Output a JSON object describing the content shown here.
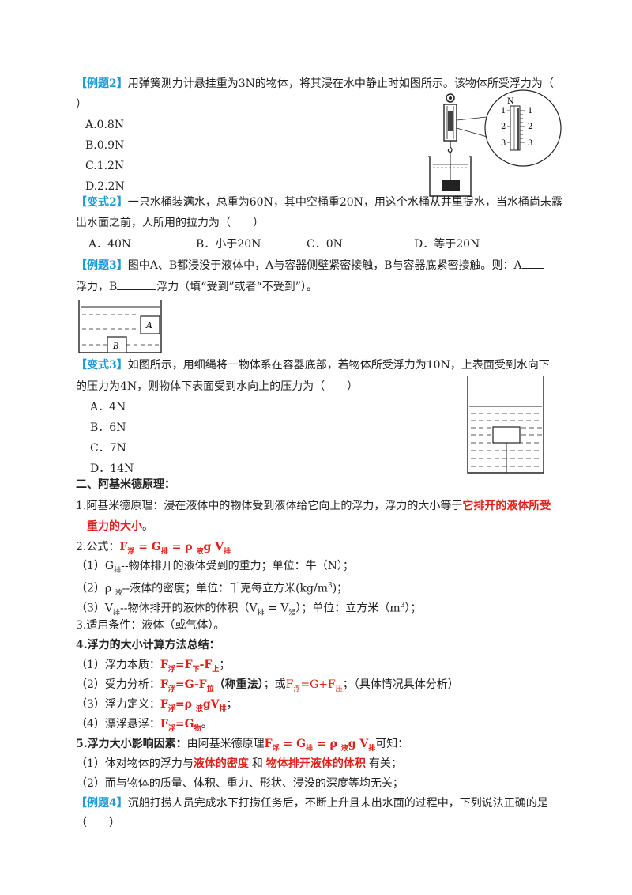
{
  "ex2": {
    "tag": "【例题2】",
    "text": "用弹簧测力计悬挂重为3N的物体，将其浸在水中静止时如图所示。该物体所受浮力为（",
    "text_end": "）",
    "options": [
      "A.0.8N",
      "B.0.9N",
      "C.1.2N",
      "D.2.2N"
    ],
    "scale_labels": [
      "N",
      "1",
      "1",
      "2",
      "2",
      "3",
      "3"
    ]
  },
  "var2": {
    "tag": "【变式2】",
    "text1": "一只水桶装满水，总重为60N，其中空桶重20N，用这个水桶从井里提水，当水桶尚未露",
    "text2": "出水面之前，人所用的拉力为（　　）",
    "options": [
      "A．40N",
      "B．小于20N",
      "C．0N",
      "D．等于20N"
    ]
  },
  "ex3": {
    "tag": "【例题3】",
    "text1": "图中A、B都浸没于液体中，A与容器侧壁紧密接触，B与容器底紧密接触。则：A",
    "text2a": "浮力，B",
    "text2b": "浮力（填“受到”或者“不受到”）。",
    "label_a": "A",
    "label_b": "B"
  },
  "var3": {
    "tag": "【变式3】",
    "text1": "如图所示，用细绳将一物体系在容器底部，若物体所受浮力为10N，上表面受到水向下",
    "text2": "的压力为4N，则物体下表面受到水向上的压力为（　　）",
    "options": [
      "A．4N",
      "B．6N",
      "C．7N",
      "D．14N"
    ]
  },
  "sec2": {
    "heading": "二、阿基米德原理：",
    "p1a": "1.阿基米德原理：浸在液体中的物体受到液体给它向上的浮力，浮力的大小等于",
    "p1b": "它排开的液体所受",
    "p1c": "重力的大小",
    "p1d": "。",
    "p2a": "2.公式：",
    "p2_formula": "F浮 = G排 = ρ 液g V排",
    "p2_f1": "F",
    "p2_f1s": "浮",
    "p2_eq1": " = G",
    "p2_g1s": "排",
    "p2_eq2": " = ρ ",
    "p2_rhos": "液",
    "p2_g": "g V",
    "p2_vs": "排",
    "i1a": "（1）G",
    "i1s": "排",
    "i1b": "--物体排开的液体受到的重力；单位：牛（N）；",
    "i2a": "（2）ρ ",
    "i2s": "液",
    "i2b": "--液体的密度；单位：千克每立方米(kg/m",
    "i2sup": "3",
    "i2c": ")；",
    "i3a": "（3）V",
    "i3s": "排",
    "i3b": "--物体排开的液体的体积（V",
    "i3s2": "排",
    "i3c": " = V",
    "i3s3": "浸",
    "i3d": "）；单位：立方米（m",
    "i3sup": "3",
    "i3e": "）；",
    "p3": "3.适用条件：液体（或气体）。"
  },
  "sec4": {
    "heading": "4.浮力的大小计算方法总结：",
    "m1a": "（1）浮力本质：",
    "m1b": "F浮=F下-F上",
    "m1b1": "F",
    "m1s1": "浮",
    "m1b2": "=F",
    "m1s2": "下",
    "m1b3": "-F",
    "m1s3": "上",
    "m1c": "；",
    "m2a": "（2）受力分析：",
    "m2b1": "F",
    "m2s1": "浮",
    "m2b2": "=G-F",
    "m2s2": "拉",
    "m2c": "（称重法）",
    "m2d": "；或",
    "m2e1": "F",
    "m2es1": "浮",
    "m2e2": "=G+F",
    "m2es2": "压",
    "m2f": "；（具体情况具体分析）",
    "m3a": "（3）浮力定义：",
    "m3b1": "F",
    "m3s1": "浮",
    "m3b2": "=ρ ",
    "m3s2": "液",
    "m3b3": "gV",
    "m3s3": "排",
    "m3c": "；",
    "m4a": "（4）漂浮悬浮：",
    "m4b1": "F",
    "m4s1": "浮",
    "m4b2": "=G",
    "m4s2": "物",
    "m4c": "。"
  },
  "sec5": {
    "h_a": "5.浮力大小影响因素：",
    "h_b": "由阿基米德原理",
    "h_f1": "F",
    "h_s1": "浮",
    "h_f2": " = G",
    "h_s2": "排",
    "h_f3": " = ρ ",
    "h_s3": "液",
    "h_f4": "g V",
    "h_s4": "排",
    "h_c": "可知：",
    "r1a": "（1）",
    "r1b": "体对物体的浮力与",
    "r1c": "液体的密度",
    "r1d": "和",
    "r1e": "物体排开液体的体积",
    "r1f": "有关；",
    "r2": "（2）而与物体的质量、体积、重力、形状、浸没的深度等均无关；"
  },
  "ex4": {
    "tag": "【例题4】",
    "text1": "沉船打捞人员完成水下打捞任务后，不断上升且未出水面的过程中，下列说法正确的是",
    "text2": "（　　）"
  }
}
